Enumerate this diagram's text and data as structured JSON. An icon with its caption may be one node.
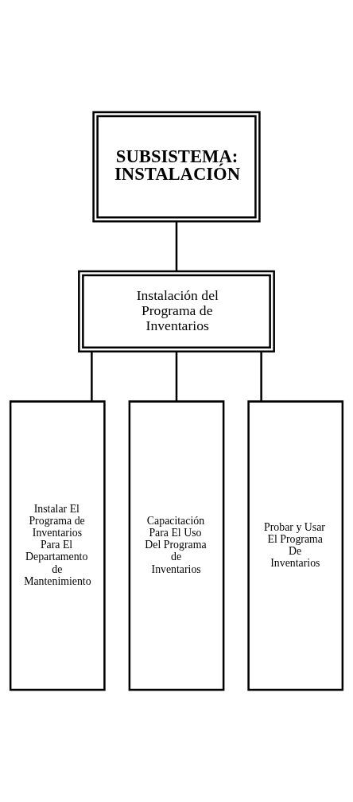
{
  "diagram": {
    "nodes": [
      {
        "text": [
          "SUBSISTEMA: INSTALACIÓN"
        ]
      },
      {
        "text": [
          "Instalación del Programa de Inventarios"
        ]
      },
      {
        "text": [
          "Instalar El Programa de Inventarios Para El Departamento de Mantenimiento"
        ]
      },
      {
        "text": [
          "Capacitación Para El Uso Del Programa de Inventarios"
        ]
      },
      {
        "text": [
          "Probar y Usar El Programa De Inventarios"
        ]
      }
    ],
    "edges": [
      {
        "from": 0,
        "to": 1,
        "arrow": "none"
      },
      {
        "from": 1,
        "to": 2,
        "arrow": "none"
      },
      {
        "from": 1,
        "to": 3,
        "arrow": "none"
      },
      {
        "from": 1,
        "to": 4,
        "arrow": "none"
      }
    ]
  }
}
